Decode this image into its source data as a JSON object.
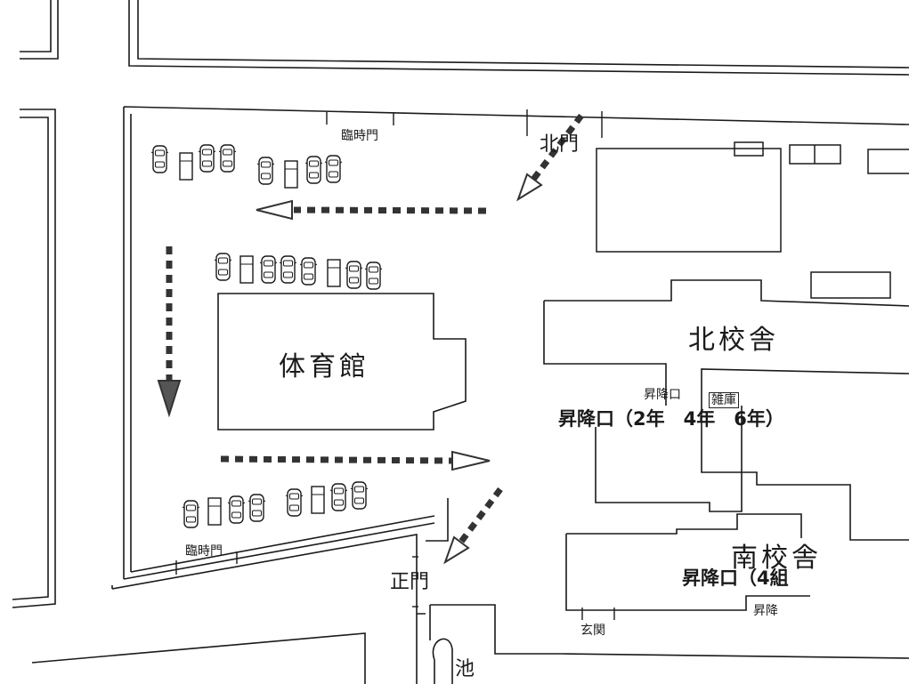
{
  "labels": {
    "temp_gate_top": "臨時門",
    "north_gate": "北門",
    "gymnasium": "体育館",
    "north_building": "北校舎",
    "entrance_small": "昇降口",
    "storage": "雑庫",
    "entrance_grades": "昇降口（2年　4年　6年）",
    "south_building": "南校舎",
    "entrance_class4": "昇降口（4組",
    "entrance_short": "昇降",
    "temp_gate_bottom": "臨時門",
    "main_gate": "正門",
    "front_door": "玄関",
    "pond": "池"
  },
  "map_colors": {
    "line": "#1a1a1a",
    "arrow": "#333333",
    "background": "#ffffff"
  },
  "arrows": [
    {
      "id": "north-gate-entry",
      "direction": "southwest"
    },
    {
      "id": "to-parking-west",
      "direction": "west"
    },
    {
      "id": "down-west-side",
      "direction": "south"
    },
    {
      "id": "to-east-south",
      "direction": "east"
    },
    {
      "id": "to-main-gate",
      "direction": "southwest"
    }
  ]
}
